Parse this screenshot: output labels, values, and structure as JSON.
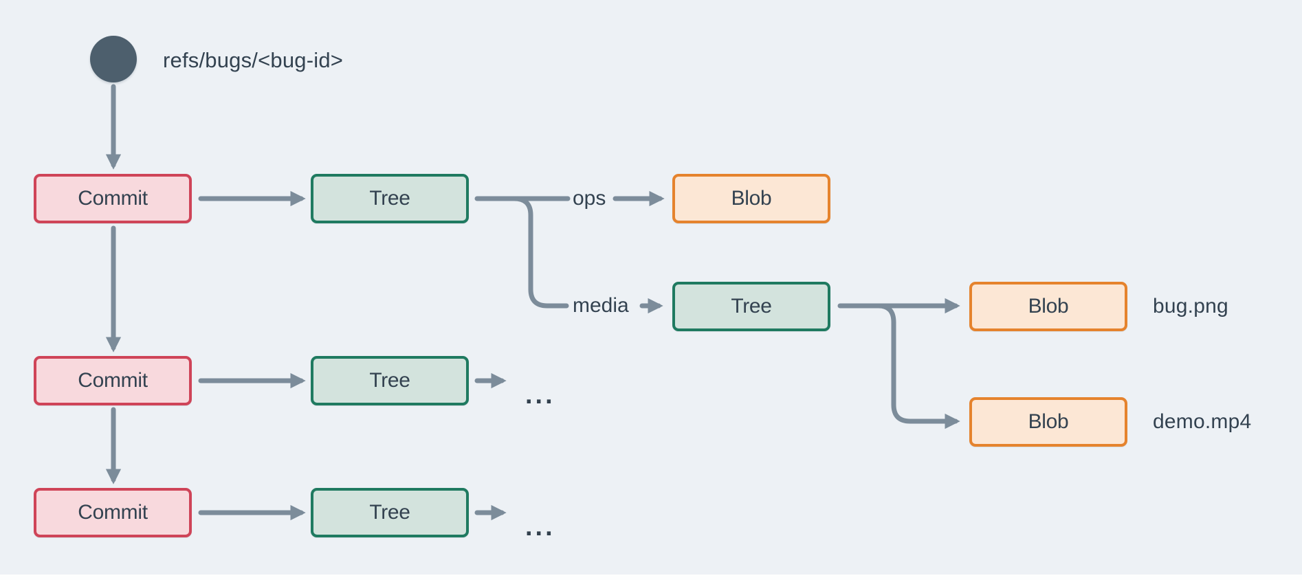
{
  "ref": {
    "label": "refs/bugs/<bug-id>"
  },
  "nodes": {
    "commit_row1": "Commit",
    "commit_row2": "Commit",
    "commit_row3": "Commit",
    "tree_row1": "Tree",
    "tree_row2": "Tree",
    "tree_row3": "Tree",
    "tree_media": "Tree",
    "blob_ops": "Blob",
    "blob_bug": "Blob",
    "blob_demo": "Blob"
  },
  "edge_labels": {
    "ops": "ops",
    "media": "media"
  },
  "file_labels": {
    "bug": "bug.png",
    "demo": "demo.mp4"
  },
  "ellipses": {
    "row2": "...",
    "row3": "..."
  },
  "colors": {
    "background": "#edf1f5",
    "arrow": "#7c8c9a",
    "node_text": "#334250",
    "ref_circle": "#4d5f6d",
    "commit_fill": "#f8d9dd",
    "commit_border": "#cf4458",
    "tree_fill": "#d3e3dd",
    "tree_border": "#1f7a60",
    "blob_fill": "#fce7d5",
    "blob_border": "#e5832d",
    "bottom_strip": "#fdfefe"
  }
}
